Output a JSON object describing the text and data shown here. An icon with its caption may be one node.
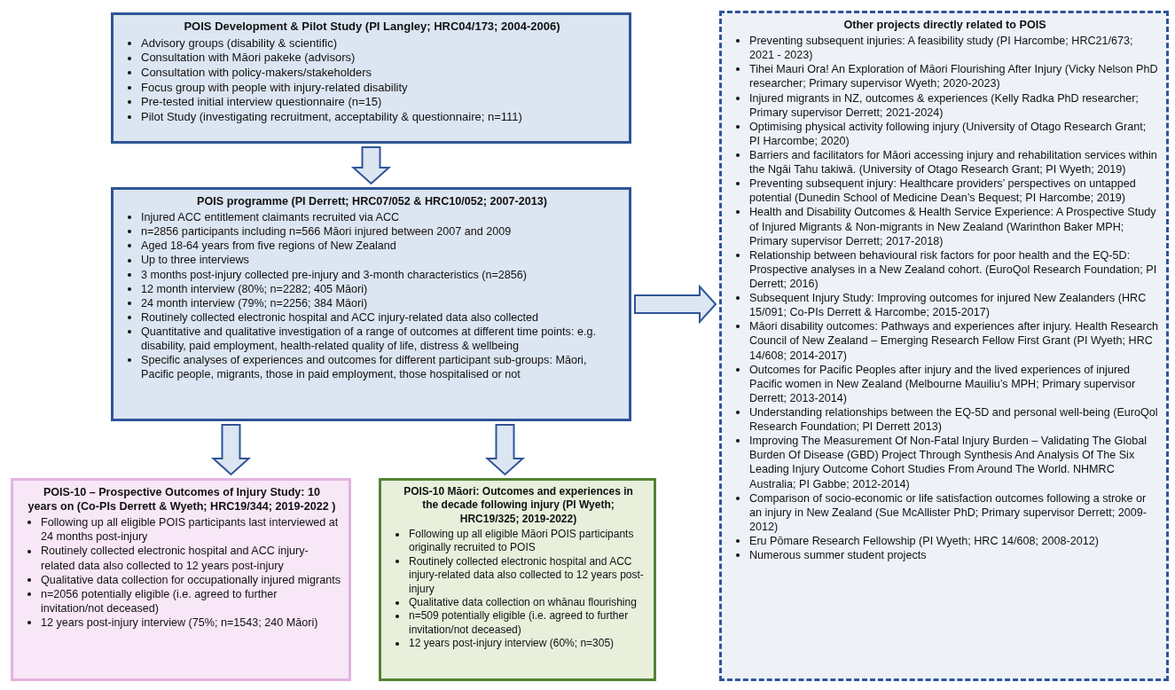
{
  "diagram": {
    "nodes": [
      {
        "text": [
          "POIS Development & Pilot Study (PI Langley; HRC04/173; 2004-2006)",
          "Advisory groups (disability & scientific)",
          "Consultation with Māori pakeke (advisors)",
          "Consultation with policy-makers/stakeholders",
          "Focus group with people with injury-related disability",
          "Pre-tested initial interview questionnaire (n=15)",
          "Pilot Study (investigating recruitment, acceptability & questionnaire; n=111)"
        ]
      },
      {
        "text": [
          "POIS programme (PI Derrett; HRC07/052 & HRC10/052; 2007-2013)",
          "Injured ACC entitlement claimants recruited via ACC",
          "n=2856 participants including n=566 Māori injured between 2007 and 2009",
          "Aged 18-64 years from five regions of New Zealand",
          "Up to three interviews",
          "3 months post-injury collected pre-injury and 3-month characteristics (n=2856)",
          "12 month interview (80%; n=2282; 405 Māori)",
          "24 month interview (79%; n=2256; 384 Māori)",
          "Routinely collected electronic hospital and ACC injury-related data also collected",
          "Quantitative and qualitative investigation of a range of outcomes at different time points: e.g. disability, paid employment, health-related quality of life, distress & wellbeing",
          "Specific analyses of experiences and outcomes for different participant sub-groups: Māori, Pacific people, migrants, those in paid employment, those hospitalised or not"
        ]
      },
      {
        "text": [
          "POIS-10 – Prospective Outcomes of Injury Study: 10 years on (Co-PIs Derrett & Wyeth; HRC19/344; 2019-2022 )",
          "Following up all eligible POIS participants last interviewed at 24 months post-injury",
          "Routinely collected electronic hospital and ACC injury-related data also collected to 12 years post-injury",
          "Qualitative data collection for occupationally injured migrants",
          "n=2056 potentially eligible (i.e. agreed to further invitation/not deceased)",
          "12 years post-injury interview (75%; n=1543; 240 Māori)"
        ]
      },
      {
        "text": [
          "POIS-10 Māori: Outcomes and experiences in the decade following injury (PI Wyeth; HRC19/325; 2019-2022)",
          "Following up all eligible Māori POIS participants originally recruited to POIS",
          "Routinely collected electronic hospital and ACC injury-related data also collected to 12 years post-injury",
          "Qualitative data collection on whānau flourishing",
          "n=509 potentially eligible (i.e. agreed to further invitation/not deceased)",
          "12 years post-injury interview (60%; n=305)"
        ]
      },
      {
        "text": [
          "Other projects directly related to POIS",
          "Preventing subsequent injuries: A feasibility study (PI Harcombe; HRC21/673; 2021 - 2023)",
          "Tihei Mauri Ora! An Exploration of Māori Flourishing After Injury (Vicky Nelson PhD researcher; Primary supervisor Wyeth; 2020-2023)",
          "Injured migrants in NZ, outcomes & experiences (Kelly Radka PhD researcher; Primary supervisor Derrett; 2021-2024)",
          "Optimising physical activity following injury (University of Otago Research Grant; PI Harcombe; 2020)",
          "Barriers and facilitators for Māori accessing injury and rehabilitation services within the Ngāi Tahu takiwā. (University of Otago Research Grant; PI Wyeth; 2019)",
          "Preventing subsequent injury: Healthcare providers’ perspectives on untapped potential (Dunedin School of Medicine Dean’s Bequest; PI Harcombe; 2019)",
          "Health and Disability Outcomes & Health Service Experience: A Prospective Study of Injured Migrants & Non-migrants in New Zealand (Warinthon Baker MPH; Primary supervisor Derrett; 2017-2018)",
          "Relationship between behavioural risk factors for poor health and the EQ-5D: Prospective analyses in a New Zealand cohort. (EuroQol Research Foundation; PI Derrett; 2016)",
          "Subsequent Injury Study: Improving outcomes for injured New Zealanders (HRC 15/091; Co-PIs Derrett & Harcombe; 2015-2017)",
          "Māori disability outcomes: Pathways and experiences after injury. Health Research Council of New Zealand – Emerging Research Fellow First Grant (PI Wyeth; HRC 14/608; 2014-2017)",
          "Outcomes for Pacific Peoples after injury and the lived experiences of injured Pacific women in New Zealand (Melbourne Mauiliu’s MPH; Primary supervisor Derrett; 2013-2014)",
          "Understanding relationships between the EQ-5D and personal well-being (EuroQol Research Foundation; PI Derrett 2013)",
          "Improving The Measurement Of Non-Fatal Injury Burden – Validating The Global Burden Of Disease (GBD) Project Through Synthesis And Analysis Of The Six Leading Injury Outcome Cohort Studies From Around The World. NHMRC Australia; PI Gabbe; 2012-2014)",
          "Comparison of socio-economic or life satisfaction outcomes following a stroke or an injury in New Zealand (Sue McAllister PhD; Primary supervisor Derrett; 2009-2012)",
          "Eru Pōmare Research Fellowship (PI Wyeth; HRC 14/608; 2008-2012)",
          "Numerous summer student projects"
        ]
      }
    ],
    "edges": [
      {
        "from": 0,
        "to": 1,
        "arrow": "to"
      },
      {
        "from": 1,
        "to": 2,
        "arrow": "to"
      },
      {
        "from": 1,
        "to": 3,
        "arrow": "to"
      },
      {
        "from": 1,
        "to": 4,
        "arrow": "to"
      }
    ]
  }
}
